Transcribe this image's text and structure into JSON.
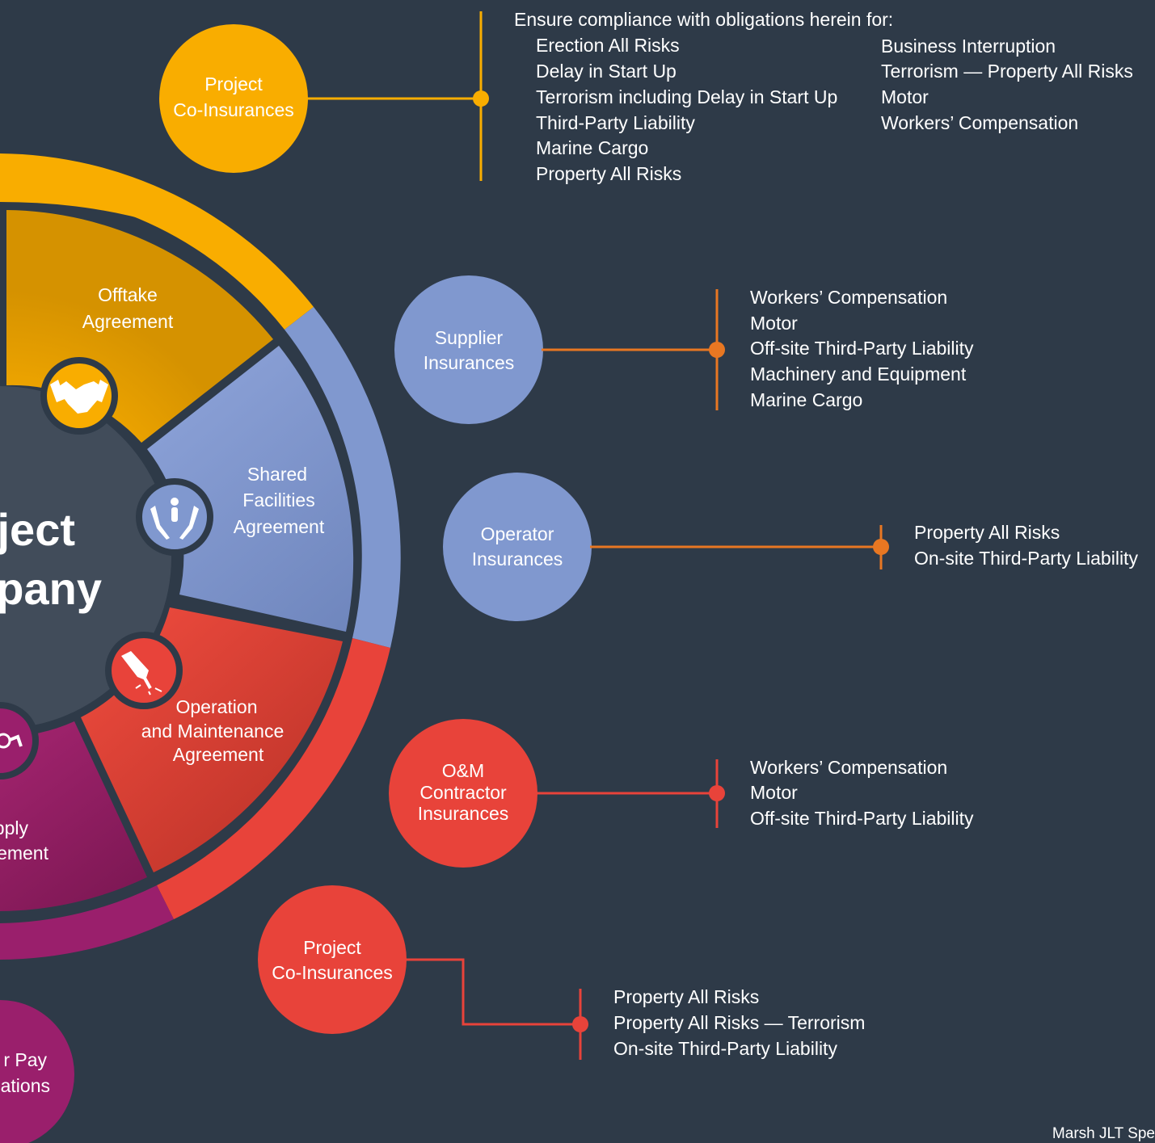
{
  "colors": {
    "background": "#2e3a48",
    "yellow": "#f9ad00",
    "yellow_dark": "#d59200",
    "blue": "#8098cf",
    "blue_dark": "#6c82b8",
    "red": "#e8433a",
    "red_dark": "#c83228",
    "purple": "#9a1f6c",
    "purple_dark": "#7c1856",
    "hub": "#414c5a",
    "connector_orange": "#e87722",
    "connector_red": "#e8433a"
  },
  "hub": {
    "line1": "ject",
    "line2": "pany"
  },
  "segments": {
    "offtake": {
      "line1": "Offtake",
      "line2": "Agreement",
      "icon": "handshake-icon"
    },
    "shared": {
      "line1": "Shared",
      "line2": "Facilities",
      "line3": "Agreement",
      "icon": "hands-person-icon"
    },
    "om": {
      "line1": "Operation",
      "line2": "and Maintenance",
      "line3": "Agreement",
      "icon": "tools-icon"
    },
    "supply": {
      "line1": "pply",
      "line2": "ement",
      "icon": "pipe-valve-icon"
    },
    "take_or_pay": {
      "line1": "r Pay",
      "line2": "ations"
    }
  },
  "nodes": {
    "project_co_top": {
      "line1": "Project",
      "line2": "Co-Insurances"
    },
    "supplier": {
      "line1": "Supplier",
      "line2": "Insurances"
    },
    "operator": {
      "line1": "Operator",
      "line2": "Insurances"
    },
    "om_contractor": {
      "line1": "O&M",
      "line2": "Contractor",
      "line3": "Insurances"
    },
    "project_co_bottom": {
      "line1": "Project",
      "line2": "Co-Insurances"
    }
  },
  "lists": {
    "project_co_top": {
      "heading": "Ensure compliance with obligations herein for:",
      "col1": [
        "Erection All Risks",
        "Delay in Start Up",
        "Terrorism including Delay in Start Up",
        "Third-Party Liability",
        "Marine Cargo",
        "Property All Risks"
      ],
      "col2": [
        "Business Interruption",
        "Terrorism — Property All Risks",
        "Motor",
        "Workers’ Compensation"
      ]
    },
    "supplier": [
      "Workers’ Compensation",
      "Motor",
      "Off-site Third-Party Liability",
      "Machinery and Equipment",
      "Marine Cargo"
    ],
    "operator": [
      "Property All Risks",
      "On-site Third-Party Liability"
    ],
    "om_contractor": [
      "Workers’ Compensation",
      "Motor",
      "Off-site Third-Party Liability"
    ],
    "project_co_bottom": [
      "Property All Risks",
      "Property All Risks — Terrorism",
      "On-site Third-Party Liability"
    ]
  },
  "footer": "Marsh JLT Spe"
}
